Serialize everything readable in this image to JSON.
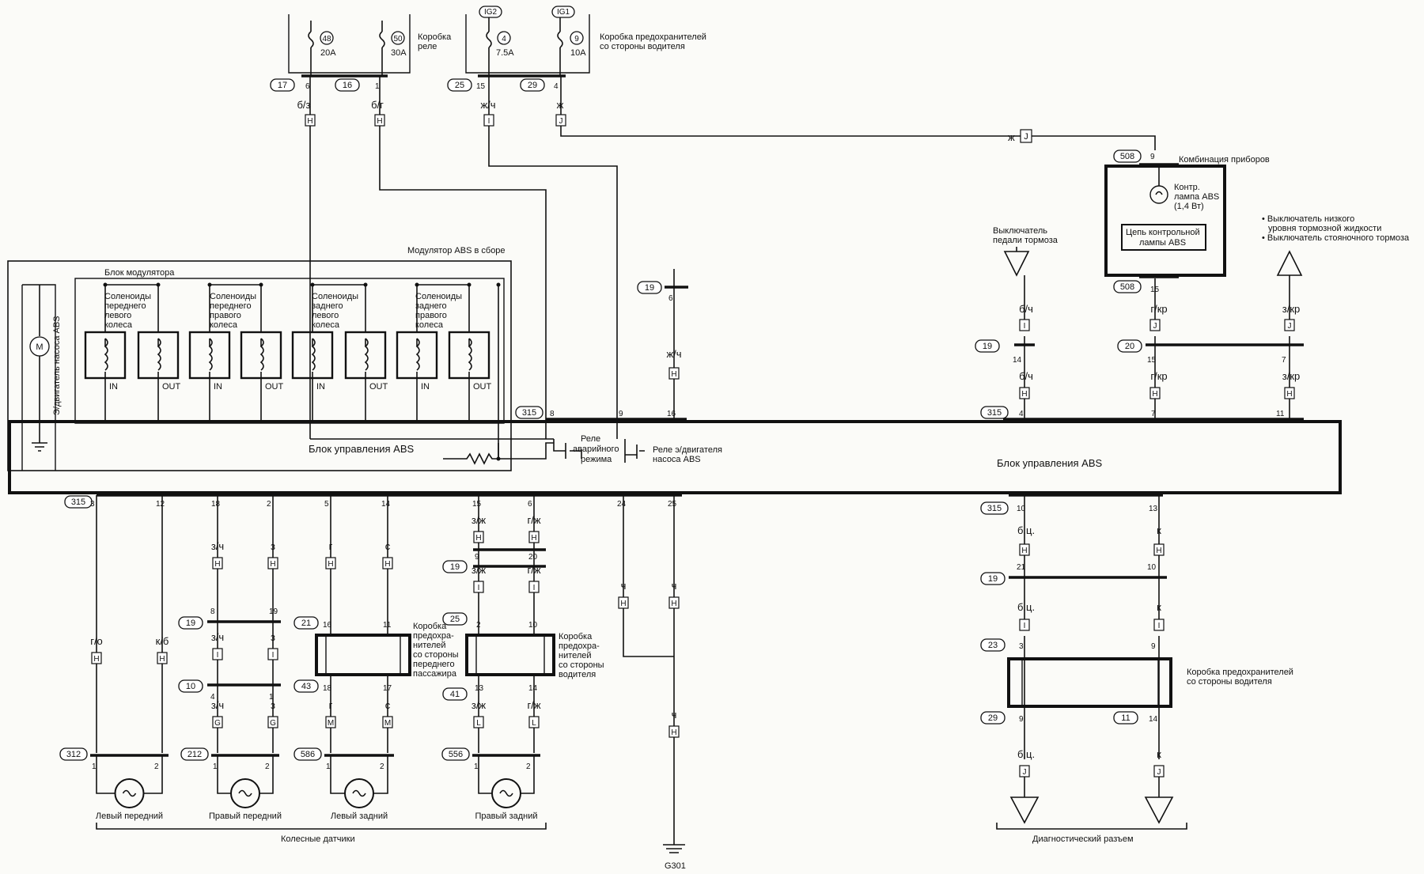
{
  "relay_box": {
    "label_l1": "Коробка",
    "label_l2": "реле",
    "fuses": [
      {
        "num": "48",
        "rating": "20A"
      },
      {
        "num": "50",
        "rating": "30A"
      }
    ]
  },
  "driver_fuse_box_top": {
    "label_l1": "Коробка предохранителей",
    "label_l2": "со стороны водителя",
    "inputs": [
      "IG2",
      "IG1"
    ],
    "fuses": [
      {
        "num": "4",
        "rating": "7.5A"
      },
      {
        "num": "9",
        "rating": "10A"
      }
    ]
  },
  "top_connectors": [
    "17",
    "16",
    "25",
    "29"
  ],
  "top_pins": [
    "6",
    "1",
    "15",
    "4"
  ],
  "top_wires": [
    "б/з",
    "б/г",
    "ж/ч",
    "ж"
  ],
  "top_plugs": [
    "H",
    "H",
    "I",
    "J"
  ],
  "j_plug_wire": "ж",
  "j_plug": "J",
  "modulator": {
    "assembly_title": "Модулятор ABS в сборе",
    "block_title": "Блок модулятора",
    "motor_label": "Э/двигатель насоса ABS",
    "motor_symbol": "M",
    "solenoids": [
      {
        "l1": "Соленоиды",
        "l2": "переднего",
        "l3": "левого",
        "l4": "колеса"
      },
      {
        "l1": "Соленоиды",
        "l2": "переднего",
        "l3": "правого",
        "l4": "колеса"
      },
      {
        "l1": "Соленоиды",
        "l2": "заднего",
        "l3": "левого",
        "l4": "колеса"
      },
      {
        "l1": "Соленоиды",
        "l2": "заднего",
        "l3": "правого",
        "l4": "колеса"
      }
    ],
    "coil_labels": [
      "IN",
      "OUT",
      "IN",
      "OUT",
      "IN",
      "OUT",
      "IN",
      "OUT"
    ]
  },
  "abs_unit": {
    "label_left": "Блок управления ABS",
    "label_right": "Блок управления ABS",
    "relay1_l1": "Реле",
    "relay1_l2": "аварийного",
    "relay1_l3": "режима",
    "relay2_l1": "Реле э/двигателя",
    "relay2_l2": "насоса ABS",
    "connector": "315",
    "top_pins": [
      "8",
      "9",
      "16"
    ],
    "right_top_pins": [
      "4",
      "7",
      "11"
    ],
    "bottom_pins": [
      "3",
      "12",
      "18",
      "2",
      "5",
      "14",
      "15",
      "6",
      "24",
      "25"
    ],
    "right_bottom_pins": [
      "10",
      "13"
    ]
  },
  "conn19_mid": {
    "id": "19",
    "pin": "6",
    "wire": "ж/ч",
    "plug": "H"
  },
  "instrument": {
    "title": "Комбинация приборов",
    "connector": "508",
    "pin_top": "9",
    "pin_bottom": "15",
    "lamp_l1": "Контр.",
    "lamp_l2": "лампа ABS",
    "lamp_l3": "(1,4 Вт)",
    "circuit_l1": "Цепь контрольной",
    "circuit_l2": "лампы ABS"
  },
  "brake_switch": {
    "l1": "Выключатель",
    "l2": "педали тормоза"
  },
  "right_switches": {
    "l1": "• Выключатель низкого",
    "l2": "уровня тормозной жидкости",
    "l3": "• Выключатель стояночного тормоза"
  },
  "right_top": {
    "wires_upper": [
      "б/ч",
      "г/кр",
      "з/кр"
    ],
    "plugs_upper": [
      "I",
      "J",
      "J"
    ],
    "conn19": "19",
    "conn19_pin": "14",
    "conn20": "20",
    "conn20_pins": [
      "15",
      "7"
    ],
    "wires_lower": [
      "б/ч",
      "г/кр",
      "з/кр"
    ],
    "plugs_lower": [
      "H",
      "H",
      "H"
    ]
  },
  "sensor_columns": {
    "wires_a": [
      "г/о",
      "к/б",
      "з/ч",
      "з",
      "г",
      "с",
      "з/ж",
      "г/ж",
      "ч",
      "ч"
    ],
    "plugs_a": [
      "H",
      "H",
      "H",
      "H",
      "H",
      "H",
      "H",
      "H",
      "H",
      "H"
    ],
    "c20_pins": [
      "9",
      "20"
    ],
    "c19": "19",
    "c19_pins": [
      "8",
      "19"
    ],
    "c21": "21",
    "c21_pins": [
      "16",
      "11"
    ],
    "c25": "25",
    "c25_pins": [
      "2",
      "10"
    ],
    "wires_b": [
      "з/ч",
      "з",
      "з/ж",
      "г/ж"
    ],
    "plugs_b": [
      "I",
      "I",
      "I",
      "I"
    ],
    "c10": "10",
    "c10_pins": [
      "4",
      "1"
    ],
    "c43": "43",
    "c43_pins": [
      "18",
      "17"
    ],
    "c41": "41",
    "c41_pins": [
      "13",
      "14"
    ],
    "wires_c": [
      "з/ч",
      "з",
      "г",
      "с",
      "з/ж",
      "г/ж",
      "ч"
    ],
    "plugs_c": [
      "G",
      "G",
      "M",
      "M",
      "L",
      "L",
      "H"
    ],
    "front_pass_box": {
      "l1": "Коробка",
      "l2": "предохра-",
      "l3": "нителей",
      "l4": "со стороны",
      "l5": "переднего",
      "l6": "пассажира"
    },
    "driver_box": {
      "l1": "Коробка",
      "l2": "предохра-",
      "l3": "нителей",
      "l4": "со стороны",
      "l5": "водителя"
    },
    "sensor_connectors": [
      "312",
      "212",
      "586",
      "556"
    ],
    "sensor_names": [
      "Левый передний",
      "Правый передний",
      "Левый задний",
      "Правый задний"
    ],
    "sensor_pins": [
      "1",
      "2"
    ],
    "group_label": "Колесные датчики",
    "ground": "G301"
  },
  "diag": {
    "conn315_pins": [
      "10",
      "13"
    ],
    "wires1": [
      "б.ц.",
      "к"
    ],
    "plugs1": [
      "H",
      "H"
    ],
    "c19": "19",
    "c19_pins": [
      "21",
      "10"
    ],
    "wires2": [
      "б.ц.",
      "к"
    ],
    "plugs2": [
      "I",
      "I"
    ],
    "c23": "23",
    "c23_pins": [
      "3",
      "9"
    ],
    "box_l1": "Коробка предохранителей",
    "box_l2": "со стороны водителя",
    "c29": "29",
    "c11": "11",
    "bottom_pins": [
      "9",
      "14"
    ],
    "wires3": [
      "б.ц.",
      "к"
    ],
    "plugs3": [
      "J",
      "J"
    ],
    "label": "Диагностический разъем"
  }
}
